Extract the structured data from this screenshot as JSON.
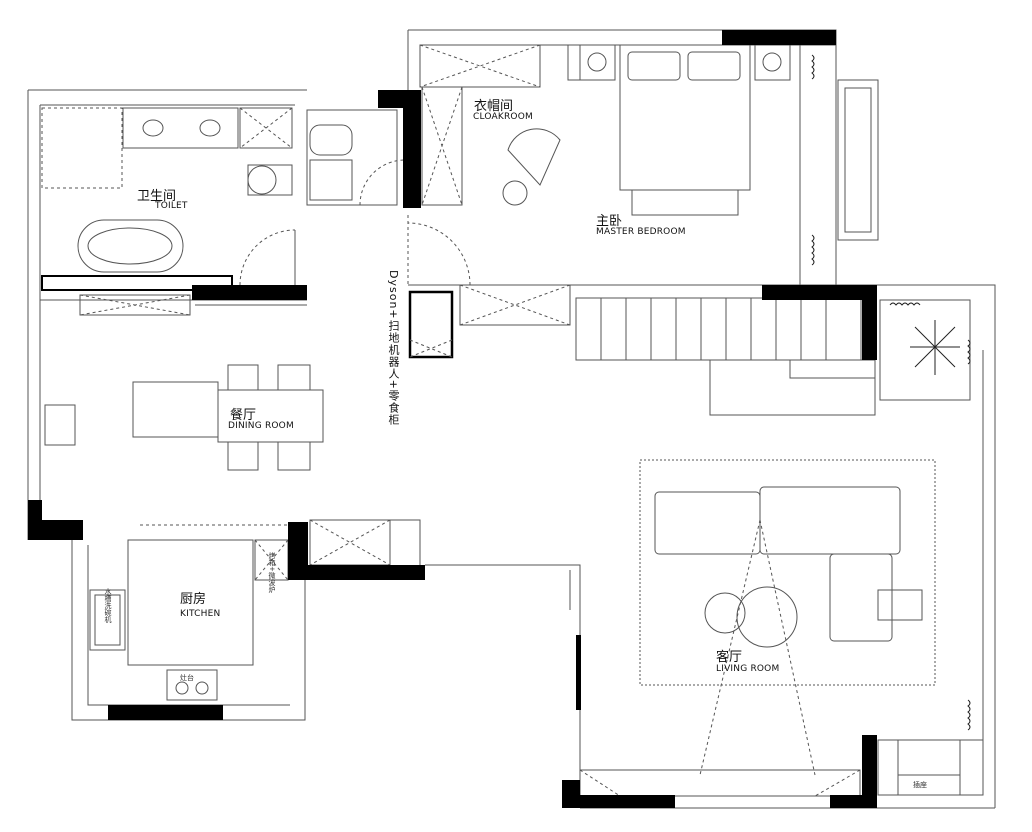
{
  "rooms": {
    "toilet": {
      "cn": "卫生间",
      "en": "TOILET"
    },
    "cloakroom": {
      "cn": "衣帽间",
      "en": "CLOAKROOM"
    },
    "master_bedroom": {
      "cn": "主卧",
      "en": "MASTER BEDROOM"
    },
    "dining": {
      "cn": "餐厅",
      "en": "DINING ROOM"
    },
    "kitchen": {
      "cn": "厨房",
      "en": "KITCHEN"
    },
    "living": {
      "cn": "客厅",
      "en": "LIVING ROOM"
    }
  },
  "annotations": {
    "storage_cabinet": "Dyson+扫地机器人+零食柜",
    "sink_dishwasher": "水槽洗碗机",
    "oven_microwave": "烤箱+微波炉",
    "stove": "灶台",
    "socket": "插座"
  },
  "colors": {
    "wall": "#000000",
    "line": "#555555"
  }
}
